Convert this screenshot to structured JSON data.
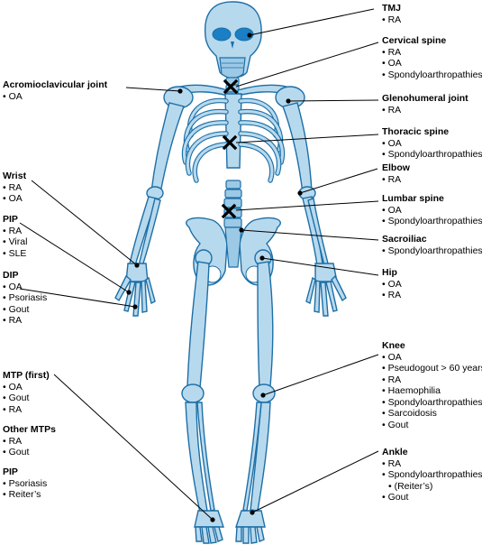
{
  "labels": {
    "tmj": {
      "title": "TMJ",
      "items": [
        "RA"
      ]
    },
    "cervical": {
      "title": "Cervical spine",
      "items": [
        "RA",
        "OA",
        "Spondyloarthropathies"
      ]
    },
    "glenohumeral": {
      "title": "Glenohumeral joint",
      "items": [
        "RA"
      ]
    },
    "thoracic": {
      "title": "Thoracic spine",
      "items": [
        "OA",
        "Spondyloarthropathies"
      ]
    },
    "elbow": {
      "title": "Elbow",
      "items": [
        "RA"
      ]
    },
    "lumbar": {
      "title": "Lumbar spine",
      "items": [
        "OA",
        "Spondyloarthropathies"
      ]
    },
    "sacroiliac": {
      "title": "Sacroiliac",
      "items": [
        "Spondyloarthropathies"
      ]
    },
    "hip": {
      "title": "Hip",
      "items": [
        "OA",
        "RA"
      ]
    },
    "knee": {
      "title": "Knee",
      "items": [
        "OA",
        "Pseudogout > 60 years",
        "RA",
        "Haemophilia",
        "Spondyloarthropathies",
        "Sarcoidosis",
        "Gout"
      ]
    },
    "ankle": {
      "title": "Ankle",
      "items": [
        "RA",
        "Spondyloarthropathies",
        "(Reiter’s)",
        "Gout"
      ]
    },
    "acromioclavicular": {
      "title": "Acromioclavicular joint",
      "items": [
        "OA"
      ]
    },
    "wrist": {
      "title": "Wrist",
      "items": [
        "RA",
        "OA"
      ]
    },
    "pip_hand": {
      "title": "PIP",
      "items": [
        "RA",
        "Viral",
        "SLE"
      ]
    },
    "dip": {
      "title": "DIP",
      "items": [
        "OA",
        "Psoriasis",
        "Gout",
        "RA"
      ]
    },
    "mtp_first": {
      "title": "MTP  (first)",
      "items": [
        "OA",
        "Gout",
        "RA"
      ]
    },
    "other_mtps": {
      "title": "Other MTPs",
      "items": [
        "RA",
        "Gout"
      ]
    },
    "pip_foot": {
      "title": "PIP",
      "items": [
        "Psoriasis",
        "Reiter’s"
      ]
    }
  },
  "colors": {
    "bone_fill": "#b7d9ee",
    "bone_outline": "#1d6fa6",
    "highlight": "#1a7fc4",
    "leader": "#000000"
  }
}
